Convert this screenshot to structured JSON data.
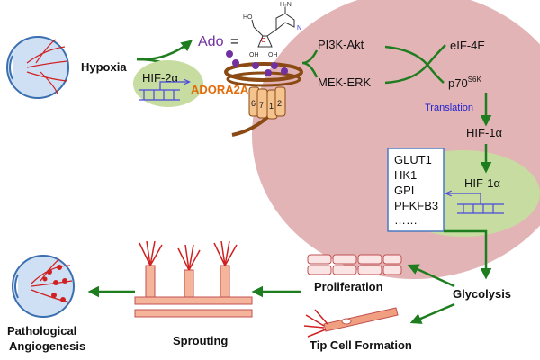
{
  "labels": {
    "hypoxia": "Hypoxia",
    "hif2a": "HIF-2α",
    "ado": "Ado",
    "equals": "=",
    "adora2a": "ADORA2A",
    "helix_numbers": [
      "6",
      "7",
      "1",
      "2"
    ],
    "pi3k": "PI3K-Akt",
    "mek": "MEK-ERK",
    "eif4e": "eIF-4E",
    "p70": "p70",
    "p70_sup": "S6K",
    "translation": "Translation",
    "hif1a_cyto": "HIF-1α",
    "hif1a_nuc": "HIF-1α",
    "genes": [
      "GLUT1",
      "HK1",
      "GPI",
      "PFKFB3",
      "……"
    ],
    "glycolysis": "Glycolysis",
    "proliferation": "Proliferation",
    "tip_cell": "Tip Cell Formation",
    "sprouting": "Sprouting",
    "patho1": "Pathological",
    "patho2": "Angiogenesis",
    "adenosine_atoms": {
      "nh2": "H₂N",
      "ho": "HO",
      "oh1": "OH",
      "oh2": "OH",
      "o": "O",
      "n": "N"
    }
  },
  "colors": {
    "cell": "#e3b4b6",
    "nucleus": "#c7dca0",
    "arrow": "#1e7d1e",
    "ado": "#7030a0",
    "adora2a": "#e36c0a",
    "dna": "#4a4adb",
    "receptor": "#8b4a14",
    "helix": "#f5c38e",
    "translation": "#2020d0"
  }
}
